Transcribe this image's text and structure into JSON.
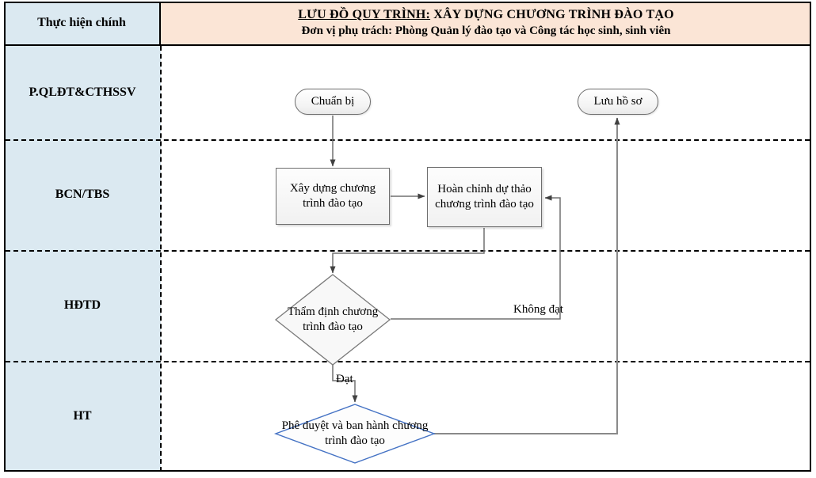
{
  "header": {
    "left_label": "Thực hiện chính",
    "title_underlined": "LƯU ĐỒ QUY TRÌNH:",
    "title_rest": " XÂY DỰNG CHƯƠNG TRÌNH ĐÀO TẠO",
    "subtitle": "Đơn vị phụ trách: Phòng Quản lý đào tạo và Công tác học sinh, sinh viên"
  },
  "lanes": [
    {
      "label": "P.QLĐT&CTHSSV"
    },
    {
      "label": "BCN/TBS"
    },
    {
      "label": "HĐTD"
    },
    {
      "label": "HT"
    }
  ],
  "nodes": {
    "start": "Chuẩn bị",
    "archive": "Lưu hồ sơ",
    "build": "Xây dựng chương trình đào tạo",
    "finalize": "Hoàn chỉnh dự thảo chương trình đào tạo",
    "review": "Thẩm định chương trình đào tạo",
    "approve": "Phê duyệt và ban hành chương trình đào tạo"
  },
  "edge_labels": {
    "fail": "Không đạt",
    "pass": "Đạt"
  },
  "colors": {
    "lane_bg": "#dbe9f1",
    "header_bg": "#fbe5d6",
    "approve_border": "#4472c4",
    "connector": "#707070",
    "arrowhead": "#404040"
  }
}
